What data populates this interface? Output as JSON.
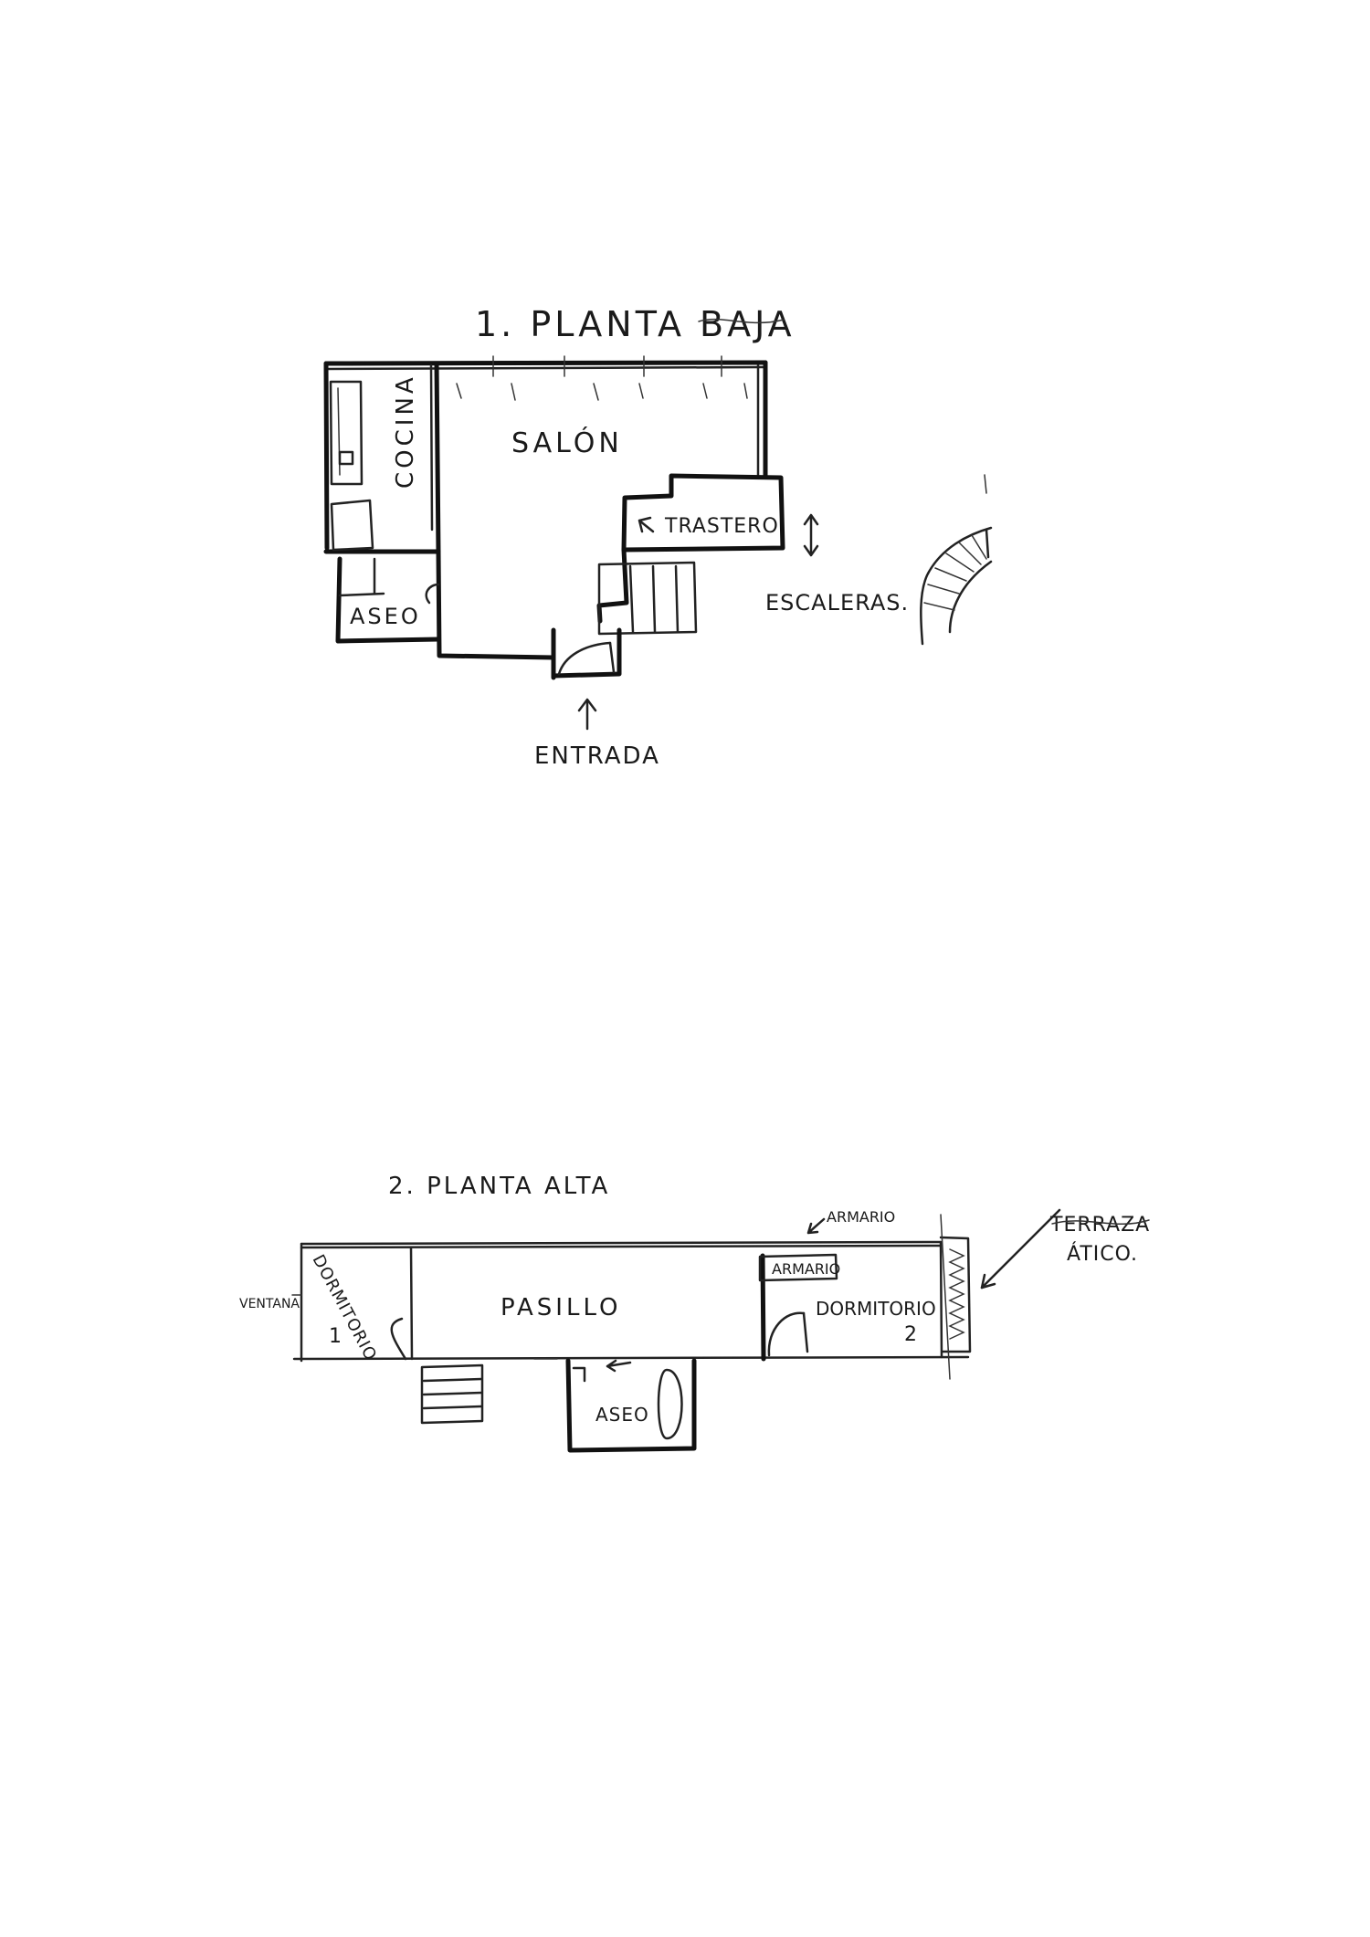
{
  "plan1": {
    "title": "1. PLANTA BAJA",
    "rooms": {
      "salon": "SALÓN",
      "cocina": "COCINA",
      "trastero": "TRASTERO",
      "aseo": "ASEO"
    },
    "labels": {
      "escaleras": "ESCALERAS.",
      "entrada": "ENTRADA"
    }
  },
  "plan2": {
    "title": "2. PLANTA ALTA",
    "rooms": {
      "dormitorio1": "DORMITORIO",
      "dormitorio1_num": "1",
      "pasillo": "PASILLO",
      "armario_box": "ARMARIO",
      "dormitorio2": "DORMITORIO",
      "dormitorio2_num": "2",
      "aseo": "ASEO"
    },
    "labels": {
      "ventana": "VENTANA",
      "armario": "ARMARIO",
      "terraza": "TERRAZA",
      "atico": "ÁTICO."
    }
  }
}
